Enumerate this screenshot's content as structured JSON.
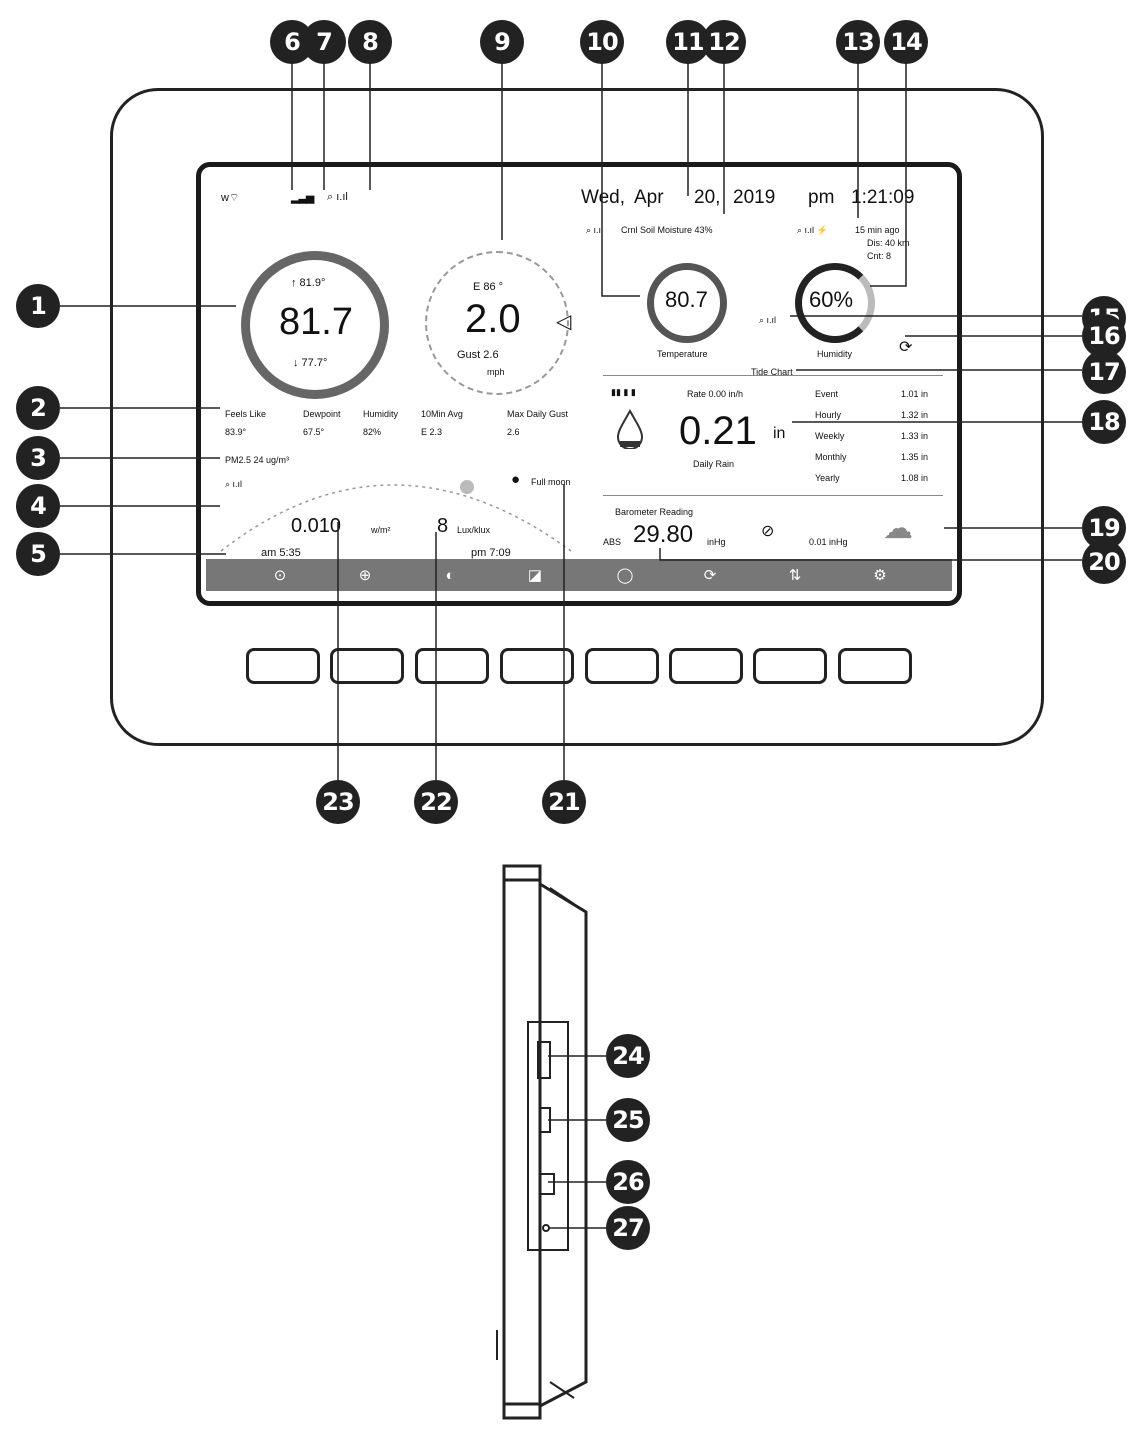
{
  "screen": {
    "wifi_label": "wifi",
    "datetime": {
      "weekday": "Wed,",
      "month": "Apr",
      "day": "20,",
      "year": "2019",
      "ampm": "pm",
      "time": "1:21:09"
    },
    "soil": {
      "label": "Crnl Soil Moisture 43%"
    },
    "lightning": {
      "ago": "15 min ago",
      "dist": "Dis: 40 km",
      "cnt": "Cnt: 8"
    },
    "outdoor_temp": {
      "high": "↑ 81.9°",
      "value": "81.7",
      "unit_dot": "°",
      "low": "↓ 77.7°"
    },
    "wind": {
      "dir": "E  86 °",
      "speed": "2.0",
      "gust": "Gust  2.6",
      "unit": "mph"
    },
    "indoor_temp": {
      "value": "80.7",
      "label": "Temperature"
    },
    "indoor_humidity": {
      "value": "60%",
      "label": "Humidity"
    },
    "stats": [
      {
        "label": "Feels Like",
        "value": "83.9°"
      },
      {
        "label": "Dewpoint",
        "value": "67.5°"
      },
      {
        "label": "Humidity",
        "value": "82%"
      },
      {
        "label": "10Min Avg",
        "value": "E      2.3"
      },
      {
        "label": "Max Daily Gust",
        "value": "2.6"
      }
    ],
    "pm25": "PM2.5   24 ug/m³",
    "tide": "Tide Chart",
    "rain": {
      "rate_label": "Rate  0.00 in/h",
      "value": "0.21",
      "unit": "in",
      "label": "Daily Rain",
      "rows": [
        {
          "label": "Event",
          "value": "1.01 in"
        },
        {
          "label": "Hourly",
          "value": "1.32 in"
        },
        {
          "label": "Weekly",
          "value": "1.33 in"
        },
        {
          "label": "Monthly",
          "value": "1.35 in"
        },
        {
          "label": "Yearly",
          "value": "1.08 in"
        }
      ]
    },
    "barometer": {
      "label": "Barometer Reading",
      "abs": "ABS",
      "value": "29.80",
      "unit": "inHg",
      "trend": "0.01 inHg"
    },
    "sun": {
      "uv": "0.010",
      "uv_unit": "w/m²",
      "light": "8",
      "light_unit": "Lux/klux",
      "sunrise": "am 5:35",
      "sunset": "pm 7:09"
    },
    "moon": "Full moon"
  },
  "callouts": {
    "top": [
      "6",
      "7",
      "8",
      "9",
      "10",
      "11",
      "12",
      "13",
      "14"
    ],
    "left": [
      "1",
      "2",
      "3",
      "4",
      "5"
    ],
    "right": [
      "15",
      "16",
      "17",
      "18",
      "19",
      "20"
    ],
    "bottom": [
      "23",
      "22",
      "21"
    ],
    "side": [
      "24",
      "25",
      "26",
      "27"
    ]
  },
  "icons": {
    "wifi": "wifi-icon",
    "signal": "signal-icon",
    "battery": "battery-icon",
    "rain_drop": "raindrop-icon",
    "cloud": "cloud-icon",
    "settings": "gear-icon"
  }
}
